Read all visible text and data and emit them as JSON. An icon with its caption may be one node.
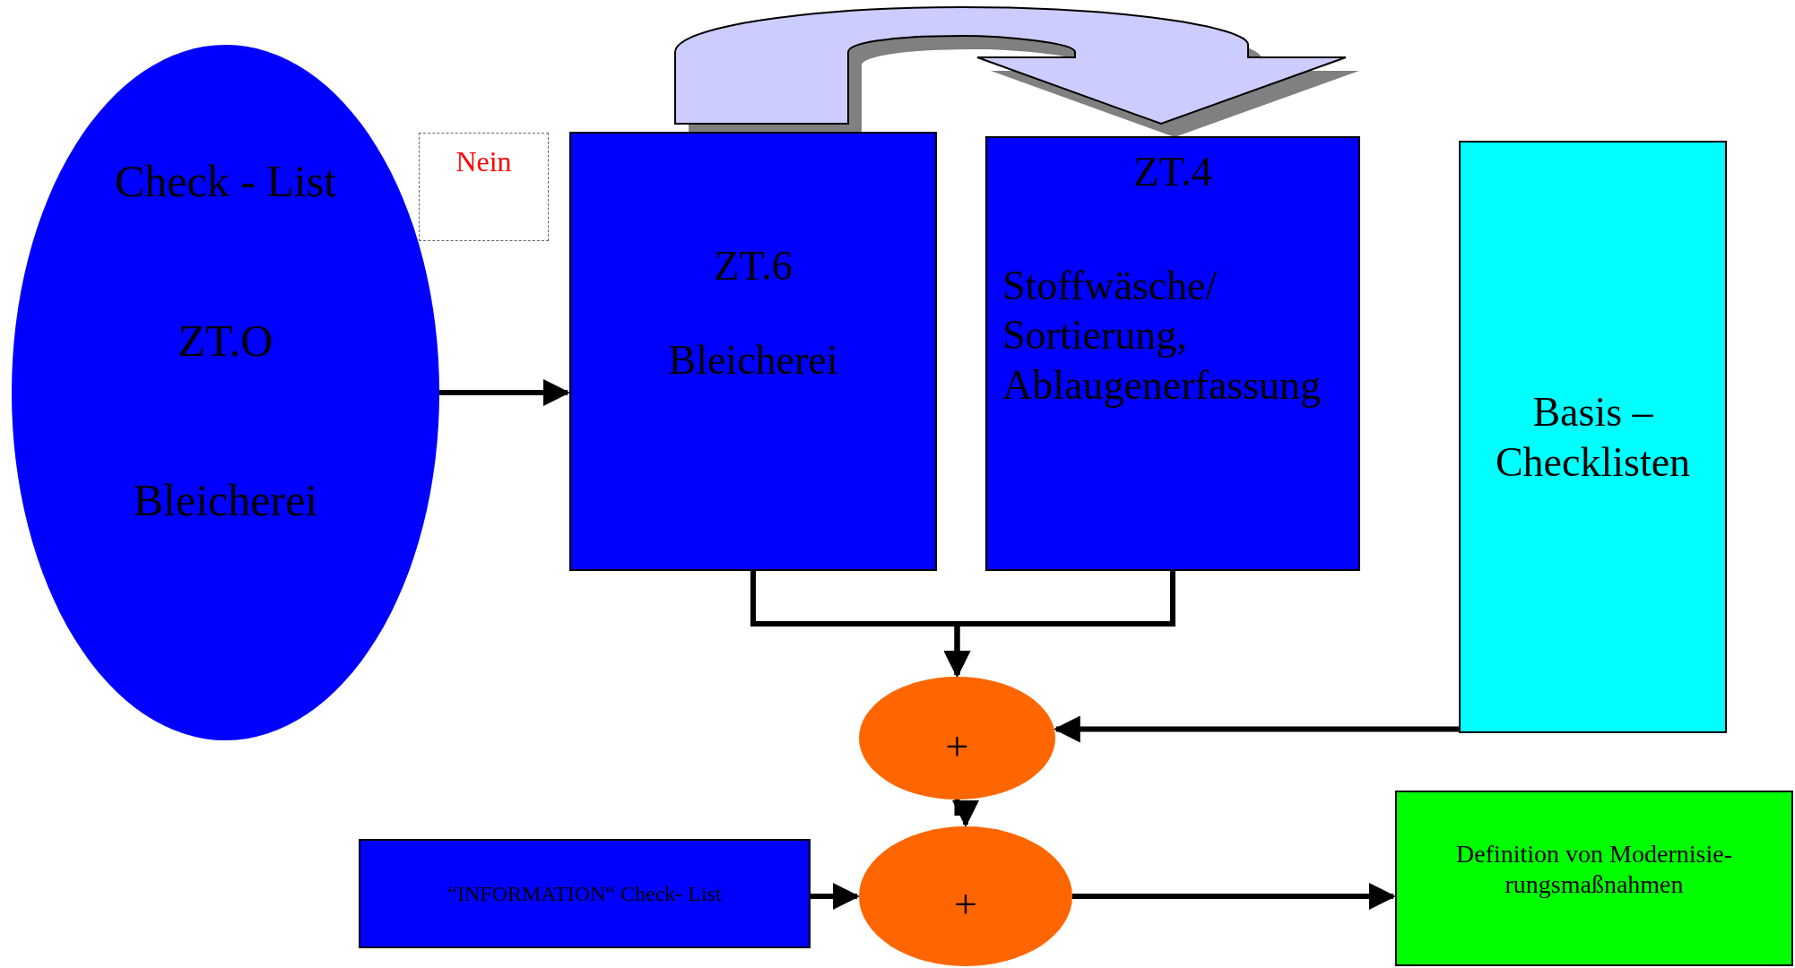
{
  "diagram": {
    "nodes": [
      {
        "text": [
          "Check - List",
          "ZT.O",
          "Bleicherei"
        ]
      },
      {
        "text": [
          "Nein"
        ]
      },
      {
        "text": [
          "ZT.6",
          "Bleicherei"
        ]
      },
      {
        "text": [
          "ZT.4",
          "Stoffwäsche/ Sortierung, Ablaugenerfassung"
        ]
      },
      {
        "text": [
          "Basis – Checklisten"
        ]
      },
      {
        "text": [
          "+"
        ]
      },
      {
        "text": [
          "“INFORMATION“ Check- List"
        ]
      },
      {
        "text": [
          "+"
        ]
      },
      {
        "text": [
          "Definition von Modernisie- rungsmaßnahmen"
        ]
      }
    ],
    "edges": [
      {
        "from": 2,
        "to": 3,
        "arrow": "to",
        "style": "thick",
        "color": "#ccccff"
      },
      {
        "from": 0,
        "to": 2,
        "arrow": "to"
      },
      {
        "from": 2,
        "to": 5,
        "arrow": "to"
      },
      {
        "from": 3,
        "to": 5,
        "arrow": "to"
      },
      {
        "from": 4,
        "to": 5,
        "arrow": "to"
      },
      {
        "from": 5,
        "to": 7,
        "arrow": "to"
      },
      {
        "from": 6,
        "to": 7,
        "arrow": "to"
      },
      {
        "from": 7,
        "to": 8,
        "arrow": "to"
      }
    ]
  }
}
